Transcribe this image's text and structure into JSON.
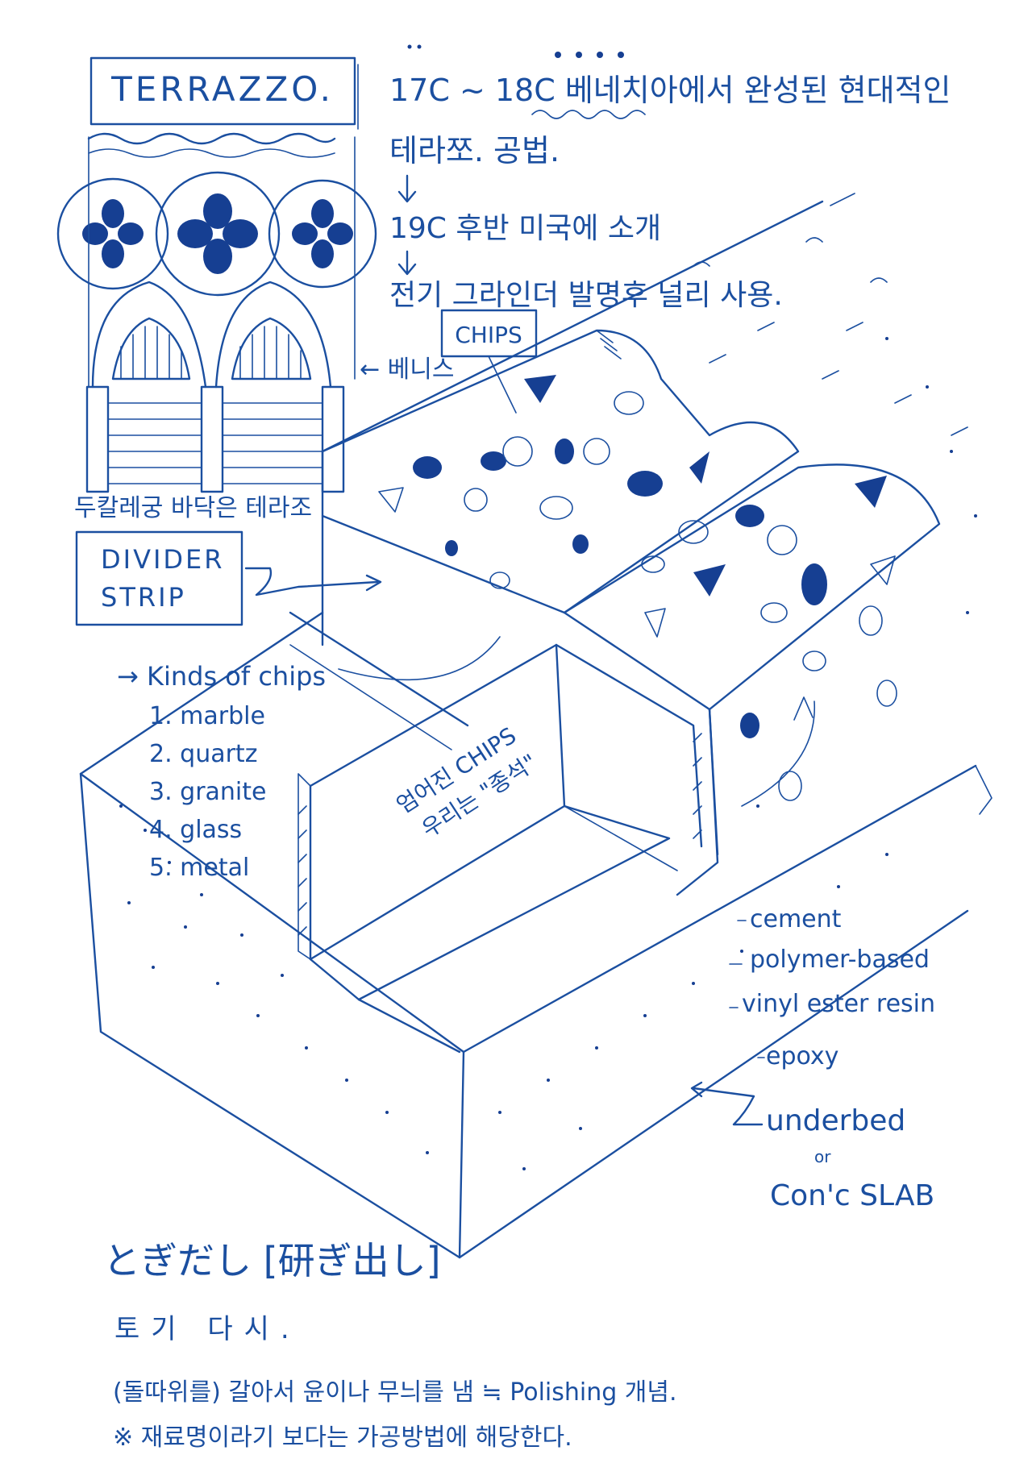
{
  "title_box": "TERRAZZO.",
  "history": {
    "line1": "17C ~ 18C 베네치아에서 완성된 현대적인",
    "line2": "테라쪼. 공법.",
    "line3": "19C 후반 미국에 소개",
    "line4": "전기 그라인더 발명후 널리 사용."
  },
  "venice_label": "← 베니스",
  "ducal_caption": "두칼레궁 바닥은 테라조",
  "divider_box": {
    "line1": "DIVIDER",
    "line2": "STRIP"
  },
  "chips_box": "CHIPS",
  "kinds": {
    "header": "→ Kinds of chips",
    "items": [
      "1. marble",
      "2. quartz",
      "3. granite",
      "4. glass",
      "5. metal"
    ]
  },
  "wall_text": {
    "line1": "엄어진 CHIPS",
    "line2": "우리는 \"종석\""
  },
  "binders": [
    "cement",
    "polymer-based",
    "vinyl ester resin",
    "epoxy"
  ],
  "underbed": {
    "line1": "underbed",
    "line2": "or",
    "line3": "Con'c SLAB"
  },
  "togidashi": {
    "japanese": "とぎだし [研ぎ出し]",
    "reading": "토기 다시.",
    "desc": "(돌따위를) 갈아서 윤이나 무늬를 냄 ≒ Polishing 개념.",
    "note": "※ 재료명이라기 보다는 가공방법에 해당한다."
  },
  "colors": {
    "ink": "#1b4fa0",
    "ink_dark": "#163f92",
    "paper": "#ffffff"
  }
}
